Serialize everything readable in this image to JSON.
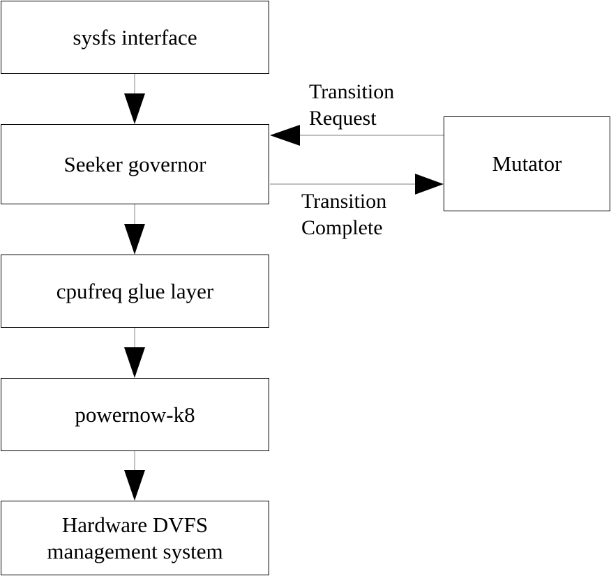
{
  "boxes": {
    "sysfs": "sysfs interface",
    "seeker": "Seeker governor",
    "cpufreq": "cpufreq glue layer",
    "powernow": "powernow-k8",
    "hardware_line1": "Hardware DVFS",
    "hardware_line2": "management system",
    "mutator": "Mutator"
  },
  "edge_labels": {
    "request_line1": "Transition",
    "request_line2": "Request",
    "complete_line1": "Transition",
    "complete_line2": "Complete"
  }
}
